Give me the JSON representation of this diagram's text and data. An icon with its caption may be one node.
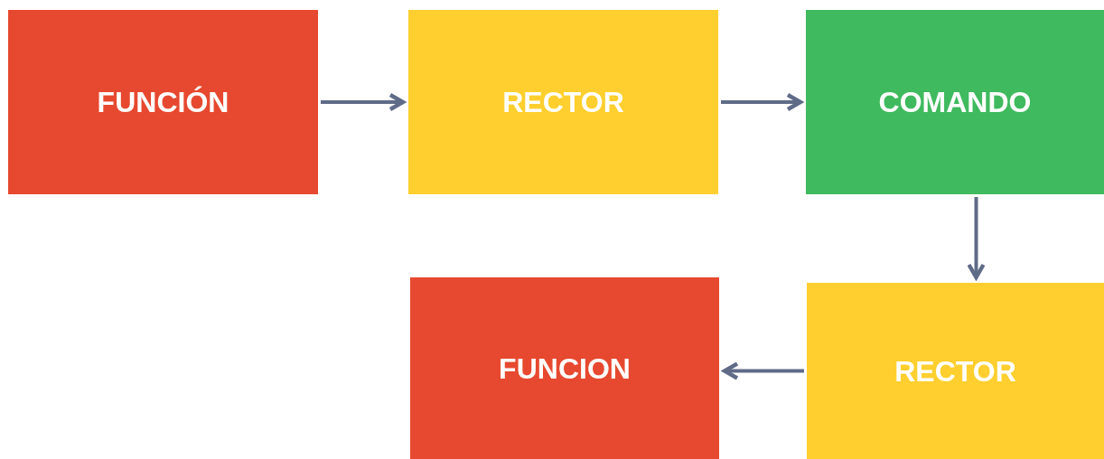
{
  "diagram": {
    "nodes": [
      {
        "text": [
          "FUNCIÓN"
        ]
      },
      {
        "text": [
          "RECTOR"
        ]
      },
      {
        "text": [
          "COMANDO"
        ]
      },
      {
        "text": [
          "FUNCION"
        ]
      },
      {
        "text": [
          "RECTOR"
        ]
      }
    ],
    "edges": [
      {
        "from": 0,
        "to": 1,
        "arrow": "to"
      },
      {
        "from": 1,
        "to": 2,
        "arrow": "to"
      },
      {
        "from": 2,
        "to": 4,
        "arrow": "to"
      },
      {
        "from": 4,
        "to": 3,
        "arrow": "to"
      }
    ]
  }
}
